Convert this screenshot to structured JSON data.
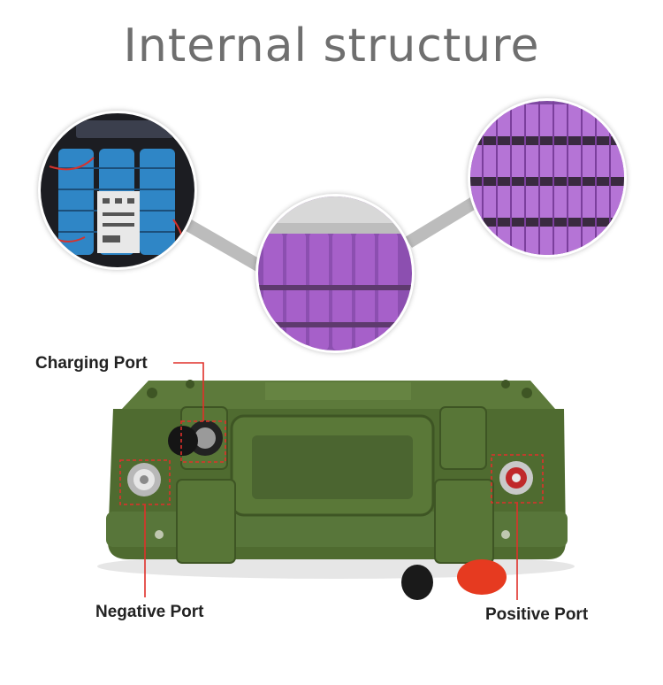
{
  "title": "Internal structure",
  "callouts": {
    "charging": "Charging Port",
    "negative": "Negative Port",
    "positive": "Positive Port"
  },
  "colors": {
    "title": "#6f6f6f",
    "case_green": "#4f6b30",
    "cell_purple": "#9b4fbf",
    "callout_line": "#e0302a",
    "connector_bar": "#bdbdbd"
  }
}
